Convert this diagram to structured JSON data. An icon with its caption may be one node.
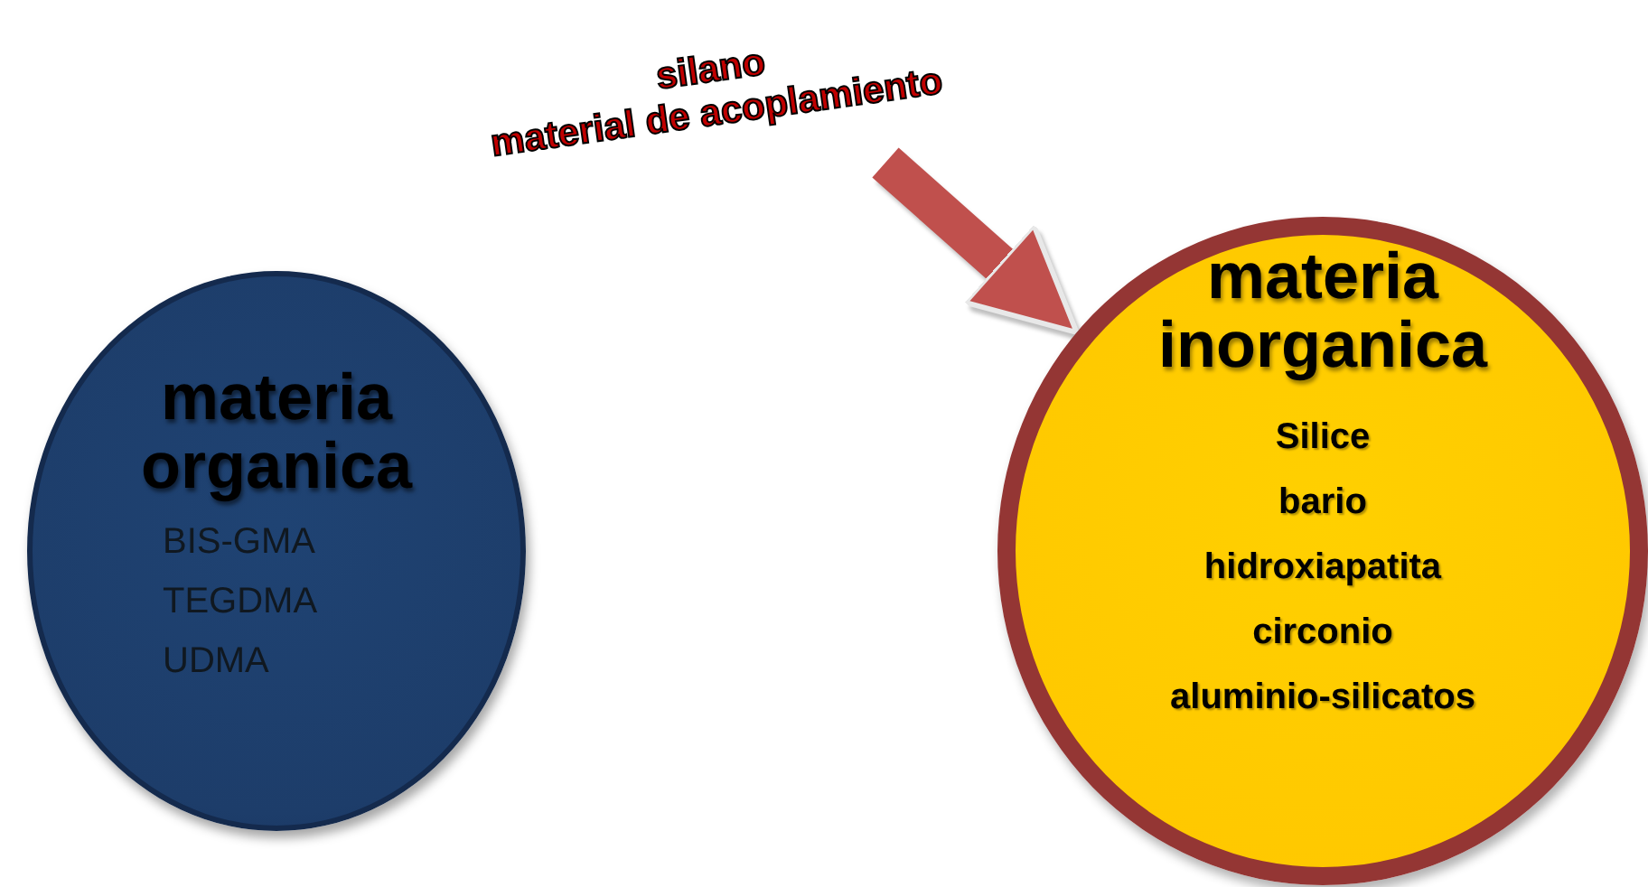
{
  "diagram": {
    "nodes": [
      {
        "text": [
          "silano",
          "material de acoplamiento"
        ]
      },
      {
        "text": [
          "materia organica",
          "BIS-GMA",
          "TEGDMA",
          "UDMA"
        ]
      },
      {
        "text": [
          "materia inorganica",
          "Silice",
          "bario",
          "hidroxiapatita",
          "circonio",
          "aluminio-silicatos"
        ]
      }
    ],
    "edges": [
      {
        "from": 0,
        "to": 2,
        "arrow": "to",
        "color": "#c0504d"
      }
    ]
  }
}
